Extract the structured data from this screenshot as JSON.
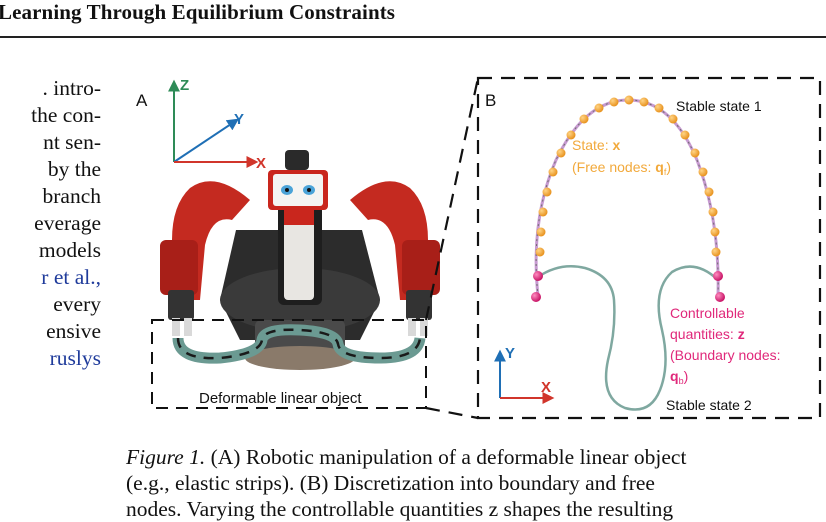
{
  "header": {
    "title": "Learning Through Equilibrium Constraints"
  },
  "left_column": {
    "lines": [
      "introduced",
      "the con-",
      "ent sen-",
      "by the",
      "branch",
      "everage",
      "models"
    ],
    "line8_ref": "r et al.,",
    "lines_after": [
      "every",
      "ensive"
    ],
    "last_ref": "ruslys"
  },
  "panel_a": {
    "label": "A",
    "axis_z": "Z",
    "axis_y": "Y",
    "axis_x": "X",
    "object_label": "Deformable linear object"
  },
  "panel_b": {
    "label": "B",
    "stable_state_1": "Stable state 1",
    "stable_state_2": "Stable state 2",
    "state_label": "State: ",
    "state_var": "x",
    "free_nodes_prefix": "(Free nodes: ",
    "free_nodes_var": "q",
    "free_nodes_sub": "f",
    "free_nodes_suffix": ")",
    "controllable_line1": "Controllable",
    "controllable_line2_prefix": "quantities: ",
    "controllable_var": "z",
    "boundary_line": "(Boundary nodes:",
    "boundary_var": "q",
    "boundary_sub": "b",
    "boundary_suffix": ")",
    "axis_y": "Y",
    "axis_x": "X"
  },
  "caption": {
    "fig_label": "Figure 1.",
    "line1": " (A) Robotic manipulation of a deformable linear object",
    "line2": "(e.g., elastic strips).  (B) Discretization into boundary and free",
    "line3": "nodes. Varying the controllable quantities z shapes the resulting"
  },
  "colors": {
    "axis_green": "#2e8b57",
    "axis_blue": "#1f6fb5",
    "axis_red": "#d1352b",
    "free_node": "#f2a93b",
    "boundary_node": "#e0287a",
    "strip": "#7fa8a0",
    "curve_purple": "#c79ad1"
  }
}
